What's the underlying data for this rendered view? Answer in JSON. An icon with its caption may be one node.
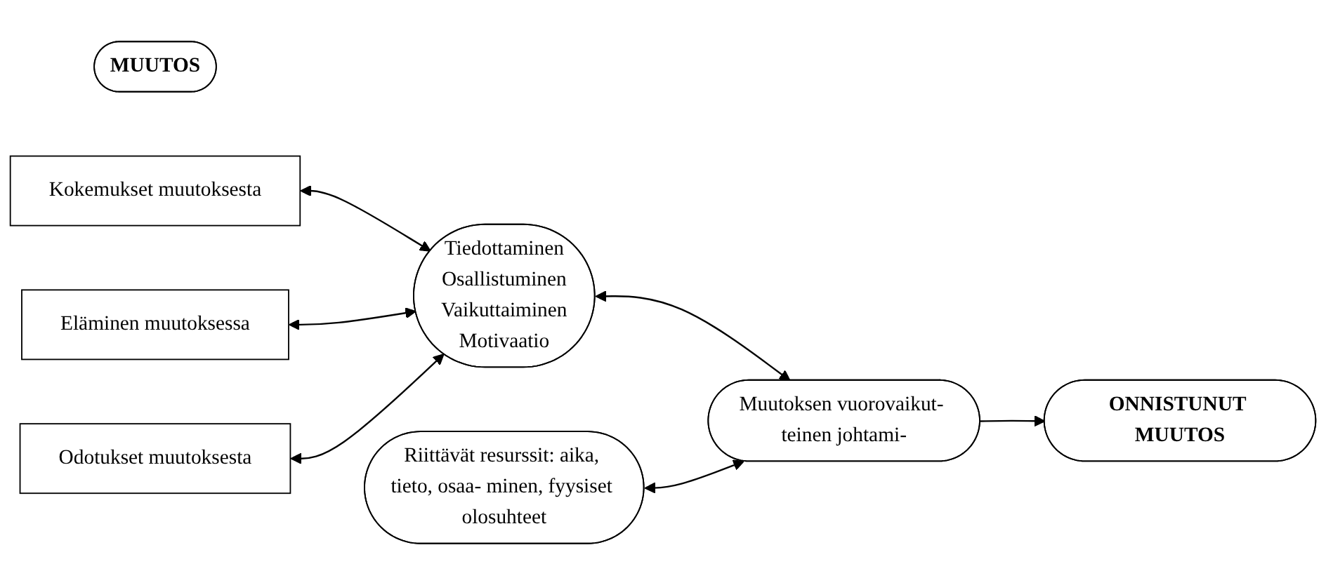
{
  "diagram": {
    "nodes": [
      {
        "text": [
          "MUUTOS"
        ]
      },
      {
        "text": [
          "Kokemukset muutoksesta"
        ]
      },
      {
        "text": [
          "Tiedottaminen",
          "Osallistuminen",
          "Vaikuttaiminen",
          "Motivaatio"
        ]
      },
      {
        "text": [
          "Eläminen muutoksessa"
        ]
      },
      {
        "text": [
          "Riittävät resurssit: aika, tieto, osaa- minen, fyysiset olosuhteet"
        ]
      },
      {
        "text": [
          "Muutoksen vuorovaikut- teinen johtami-"
        ]
      },
      {
        "text": [
          "Odotukset muutoksesta"
        ]
      },
      {
        "text": [
          "ONNISTUNUT MUUTOS"
        ]
      }
    ],
    "edges": [
      {
        "from": 1,
        "to": 2,
        "arrow": "both"
      },
      {
        "from": 3,
        "to": 2,
        "arrow": "both"
      },
      {
        "from": 6,
        "to": 2,
        "arrow": "both"
      },
      {
        "from": 2,
        "to": 5,
        "arrow": "both"
      },
      {
        "from": 4,
        "to": 5,
        "arrow": "both"
      },
      {
        "from": 5,
        "to": 7,
        "arrow": "to"
      }
    ]
  }
}
